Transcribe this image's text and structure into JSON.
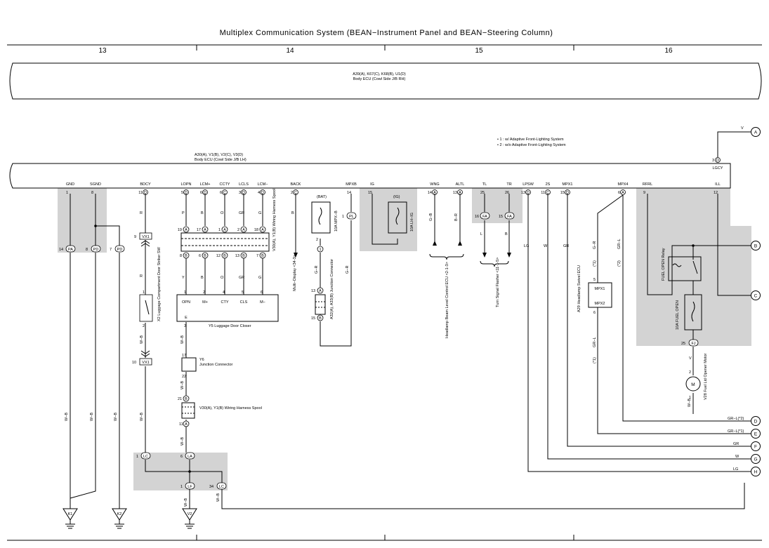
{
  "title": "Multiplex Communication System (BEAN−Instrument Panel and BEAN−Steering Column)",
  "sections": [
    "13",
    "14",
    "15",
    "16"
  ],
  "ecu_rh": {
    "connectors": "A39(A), K67(C), K68(B), U1(D)",
    "name": "Body ECU (Cowl Side J/B RH)"
  },
  "ecu_lh": {
    "connectors": "A30(A), V1(B), V2(C), V3(D)",
    "name": "Body ECU (Cowl Side J/B LH)"
  },
  "notes": [
    "• 1 : w/ Adaptive Front-Lighting System",
    "• 2 : w/o Adaptive Front-Lighting System"
  ],
  "ecu_pins": [
    {
      "name": "GND",
      "pin": "1",
      "conn": ""
    },
    {
      "name": "SGND",
      "pin": "8",
      "conn": ""
    },
    {
      "name": "BDCY",
      "pin": "11",
      "conn": "D"
    },
    {
      "name": "LOPN",
      "pin": "5",
      "conn": "D"
    },
    {
      "name": "LCM+",
      "pin": "6",
      "conn": "D"
    },
    {
      "name": "CCTY",
      "pin": "6",
      "conn": "C"
    },
    {
      "name": "LCLS",
      "pin": "3",
      "conn": "D"
    },
    {
      "name": "LCM−",
      "pin": "4",
      "conn": "D"
    },
    {
      "name": "BACK",
      "pin": "2",
      "conn": "C"
    },
    {
      "name": "MPXB",
      "pin": "14",
      "conn": ""
    },
    {
      "name": "IG",
      "pin": "15",
      "conn": ""
    },
    {
      "name": "WNG",
      "pin": "14",
      "conn": "A"
    },
    {
      "name": "ALTL",
      "pin": "13",
      "conn": "A"
    },
    {
      "name": "TL",
      "pin": "25",
      "conn": ""
    },
    {
      "name": "TR",
      "pin": "26",
      "conn": ""
    },
    {
      "name": "LPSW",
      "pin": "13",
      "conn": "D"
    },
    {
      "name": "2S",
      "pin": "11",
      "conn": "C"
    },
    {
      "name": "MPX1",
      "pin": "15",
      "conn": "D"
    },
    {
      "name": "MPX4",
      "pin": "6",
      "conn": "A"
    },
    {
      "name": "RFRL",
      "pin": "9",
      "conn": ""
    },
    {
      "name": "ILL",
      "pin": "12",
      "conn": ""
    }
  ],
  "lgcy": {
    "label": "LGCY",
    "pin": "3",
    "conn": "D"
  },
  "wire_colors": [
    "R",
    "P",
    "B",
    "O",
    "GR",
    "G",
    "B",
    "Y",
    "B",
    "O",
    "GR",
    "G",
    "W−B",
    "G−B",
    "B−R",
    "L",
    "B",
    "LG",
    "W",
    "GR",
    "G−R",
    "(*1)",
    "GR−L",
    "(*2)",
    "V",
    "G−R",
    "G−R"
  ],
  "fuses": {
    "bat_label": "(BAT)",
    "bat_fuse": "10A MPX−B",
    "ig_label": "(IG)",
    "ig_fuse": "10A LH−IG",
    "fuel_fuse": "10A FUEL OPEN",
    "fuel_relay": "FUEL OPEN Relay"
  },
  "components": {
    "x2": "X2 Luggage Compartment Door Striker SW",
    "y5": "Y5 Luggage Door Closer",
    "y5_pins": [
      "OPN",
      "M+",
      "CTY",
      "CLS",
      "M−",
      "E"
    ],
    "y6": "Y6 Junction Connector",
    "v30": "V30(A), Y1(B) Wiring Harness Spool",
    "v30b": "V30(A), Y1(B) Wiring Harness Spool",
    "a32": "A32(A), A33(B) Junction Connector",
    "a29": "A29 Headlamp Swivel ECU",
    "a29_pins": [
      "MPX1",
      "MPX2"
    ],
    "v28": "V28 Fuel Lid Opener Motor",
    "multi_display": "Multi−Display <34-3>",
    "headlamp_ecu": "Headlamp Beam Level Control ECU <2-1-3>",
    "turn_flasher": "Turn Signal Flasher <11-1-5>",
    "vx1": "VX1",
    "motor": "M"
  },
  "grounds": [
    "K1",
    "K2",
    "V2"
  ],
  "junctions": [
    "PA",
    "PD",
    "PD",
    "LC",
    "LA",
    "LF",
    "LC",
    "PL",
    "FA",
    "FA",
    "FJ"
  ],
  "offpage": [
    {
      "id": "A",
      "wire": "V"
    },
    {
      "id": "B",
      "wire": ""
    },
    {
      "id": "C",
      "wire": ""
    },
    {
      "id": "D",
      "wire": "GR−L(*2)"
    },
    {
      "id": "E",
      "wire": "GR−L(*1)"
    },
    {
      "id": "F",
      "wire": "GR"
    },
    {
      "id": "G",
      "wire": "W"
    },
    {
      "id": "H",
      "wire": "LG"
    }
  ]
}
